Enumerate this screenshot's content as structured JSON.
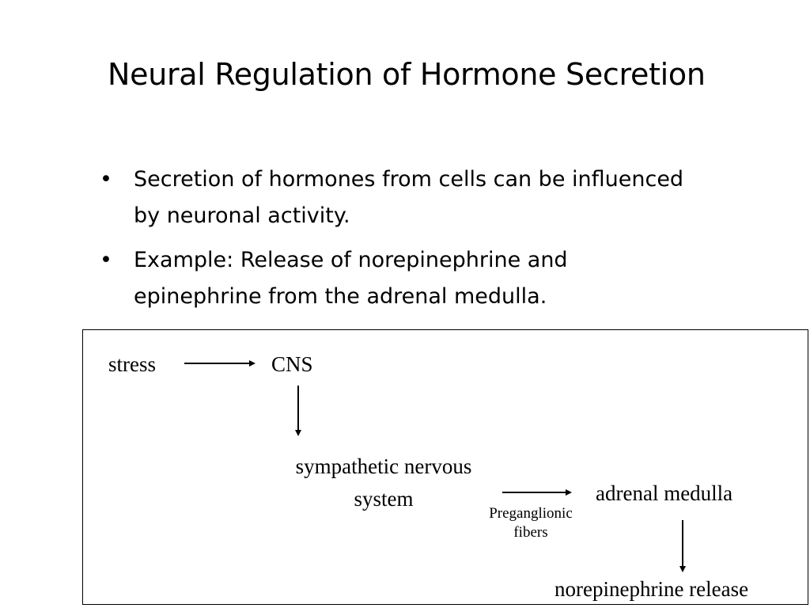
{
  "slide": {
    "title": "Neural Regulation of Hormone Secretion",
    "bullets": [
      {
        "marker": "•",
        "text": "Secretion of hormones from cells can be influenced by neuronal activity."
      },
      {
        "marker": "•",
        "text": "Example: Release of norepinephrine and epinephrine from the adrenal medulla."
      }
    ]
  },
  "diagram": {
    "nodes": {
      "stress": "stress",
      "cns": "CNS",
      "sympathetic_line1": "sympathetic nervous",
      "sympathetic_line2": "system",
      "adrenal": "adrenal medulla",
      "release": "norepinephrine release"
    },
    "edge_labels": {
      "fibers_line1": "Preganglionic",
      "fibers_line2": "fibers"
    }
  }
}
